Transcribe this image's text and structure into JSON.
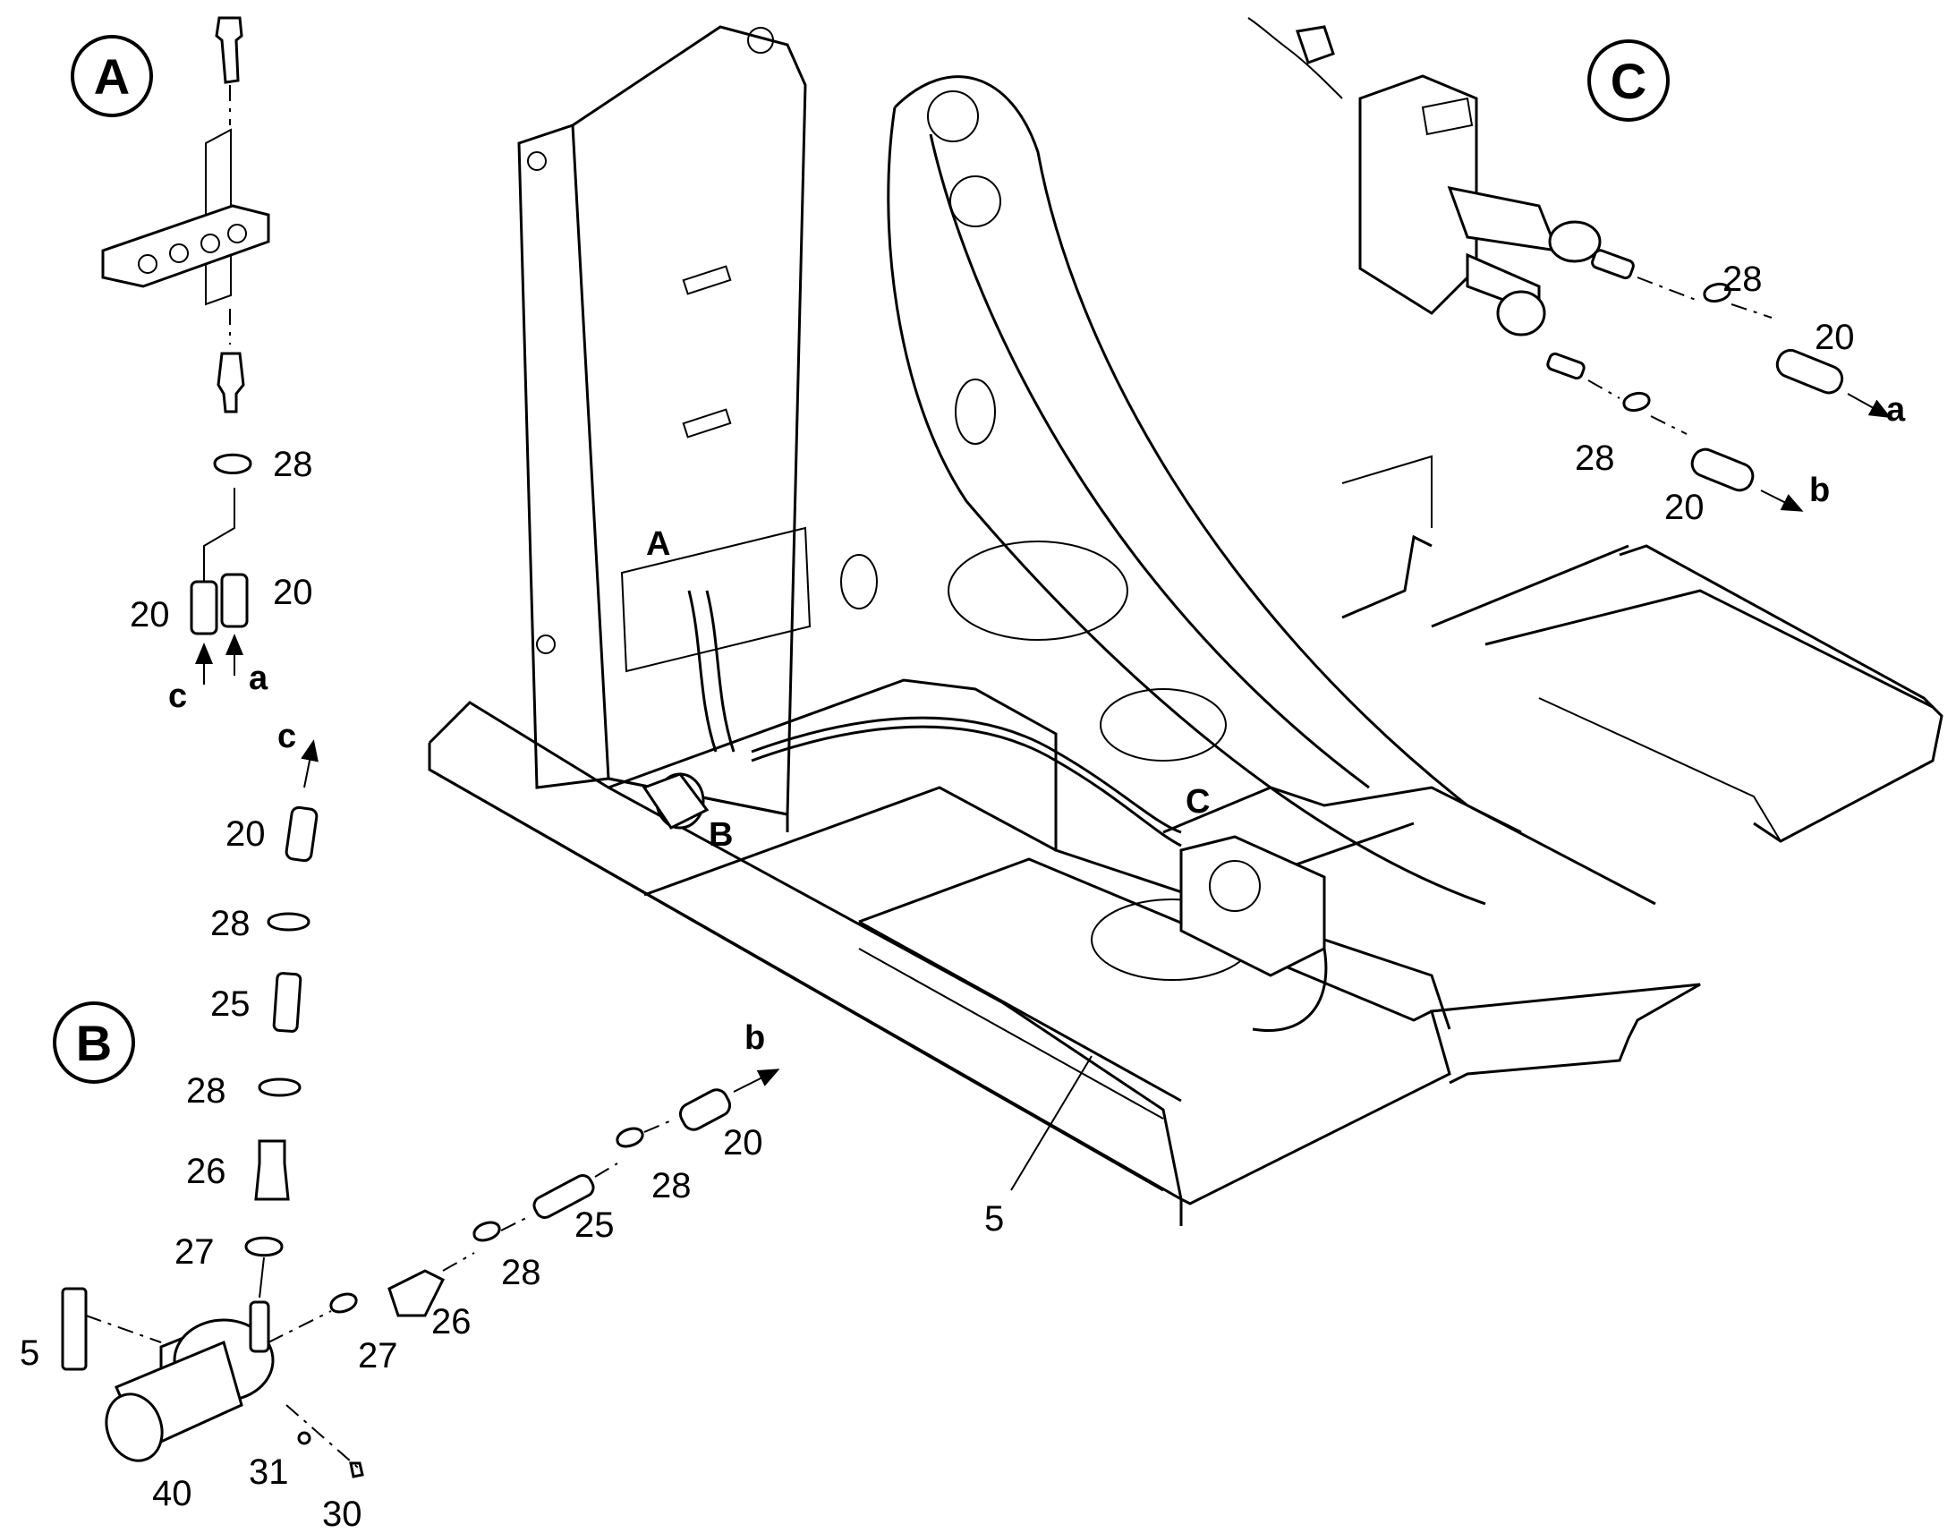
{
  "callouts": {
    "a": "A",
    "b": "B",
    "c": "C"
  },
  "frame_labels": {
    "a": "A",
    "b": "B",
    "c": "C",
    "frame": "5"
  },
  "detail_a": {
    "clamp": "28",
    "hose_left": "20",
    "hose_right": "20",
    "flow_left": "c",
    "flow_right": "a"
  },
  "detail_b_vertical": {
    "flow_top": "c",
    "hose": "20",
    "clamp_1": "28",
    "pipe": "25",
    "clamp_2": "28",
    "reducer": "26",
    "clamp_3": "27"
  },
  "detail_b_horizontal": {
    "bracket": "5",
    "pump": "40",
    "washer": "31",
    "screw": "30",
    "clamp_1": "27",
    "reducer": "26",
    "clamp_2": "28",
    "pipe": "25",
    "clamp_3": "28",
    "hose": "20",
    "flow": "b"
  },
  "detail_c": {
    "clamp_top": "28",
    "hose_top": "20",
    "flow_top": "a",
    "clamp_bottom": "28",
    "hose_bottom": "20",
    "flow_bottom": "b"
  }
}
